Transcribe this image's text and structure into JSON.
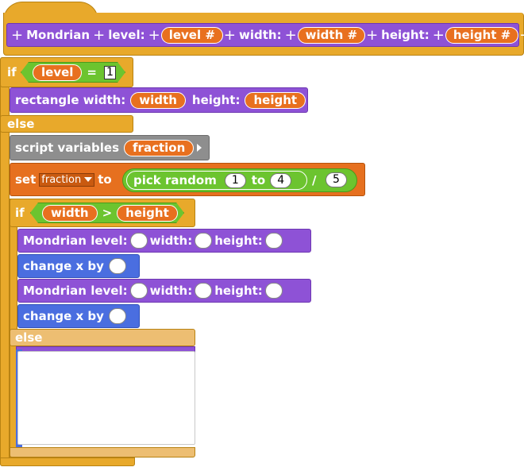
{
  "hat": {
    "name": "Mondrian",
    "labels": [
      "level:",
      "width:",
      "height:"
    ],
    "params": [
      "level #",
      "width #",
      "height #"
    ]
  },
  "if1": {
    "if_label": "if",
    "var": "level",
    "op": "=",
    "value": "1"
  },
  "rect_block": {
    "label1": "rectangle width:",
    "var1": "width",
    "label2": "height:",
    "var2": "height"
  },
  "else1": "else",
  "script_vars": {
    "label": "script variables",
    "var": "fraction"
  },
  "set_block": {
    "label": "set",
    "dropdown": "fraction",
    "to": "to",
    "pick": "pick random",
    "from": "1",
    "to_label": "to",
    "to_val": "4",
    "div": "/",
    "divisor": "5"
  },
  "if2": {
    "if_label": "if",
    "var1": "width",
    "op": ">",
    "var2": "height"
  },
  "mondrian_call": {
    "label1": "Mondrian level:",
    "label2": "width:",
    "label3": "height:"
  },
  "change_x": {
    "label": "change x by"
  },
  "else2": "else",
  "colors": {
    "purple": "#8e52d6",
    "orange": "#e8a92b",
    "variable": "#e8701f",
    "blue": "#4a6ee0",
    "green": "#6cc42f",
    "grey": "#8e8e8e"
  }
}
